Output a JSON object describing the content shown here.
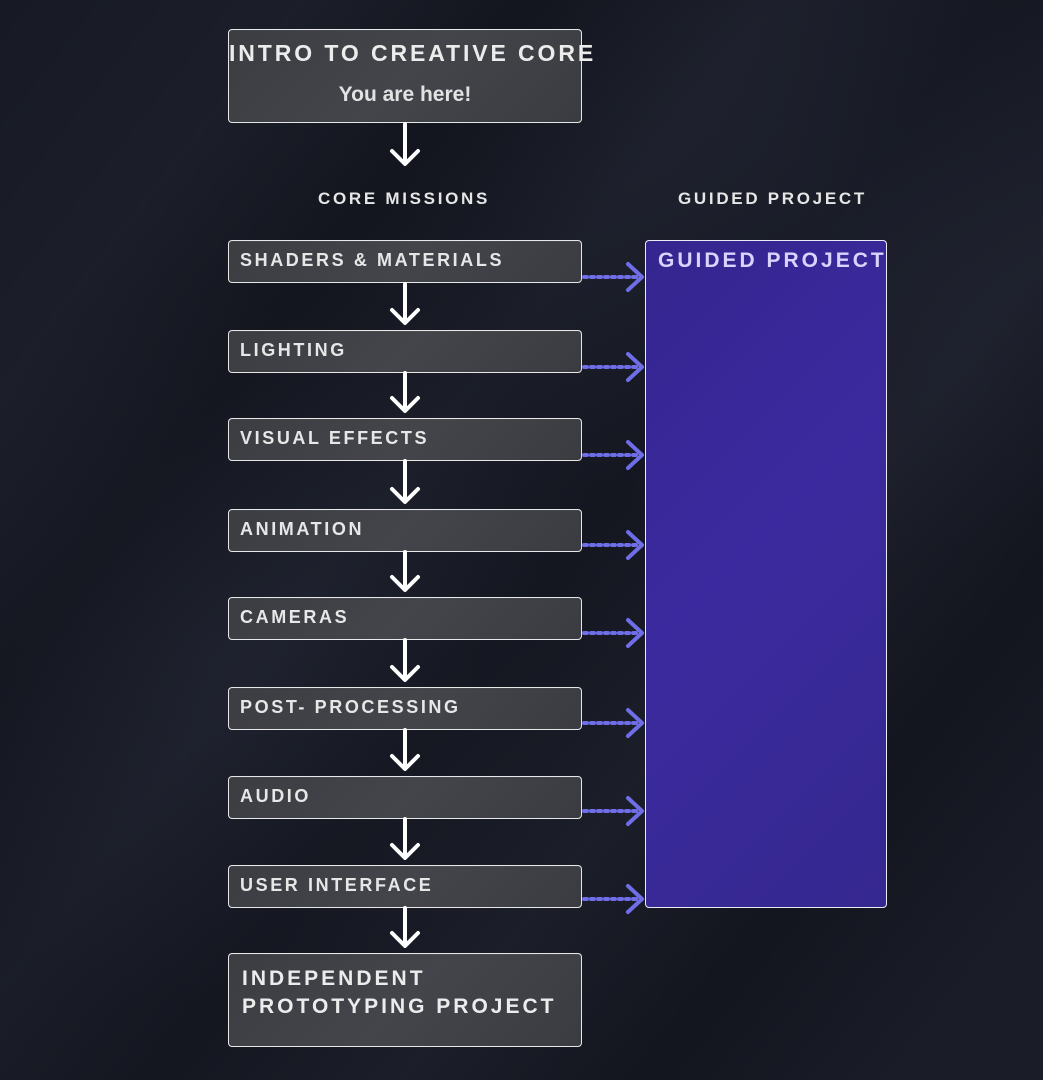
{
  "diagram": {
    "intro": {
      "title": "INTRO TO CREATIVE CORE",
      "subtitle": "You are here!"
    },
    "labels": {
      "core_missions": "CORE MISSIONS",
      "guided_project": "GUIDED PROJECT"
    },
    "missions": [
      "SHADERS & MATERIALS",
      "LIGHTING",
      "VISUAL EFFECTS",
      "ANIMATION",
      "CAMERAS",
      "POST- PROCESSING",
      "AUDIO",
      "USER INTERFACE"
    ],
    "guided_box": {
      "title": "GUIDED PROJECT"
    },
    "final": {
      "line1": "INDEPENDENT",
      "line2": "PROTOTYPING PROJECT"
    },
    "colors": {
      "arrow_white": "#ffffff",
      "arrow_purple": "#6f6ee8"
    }
  }
}
